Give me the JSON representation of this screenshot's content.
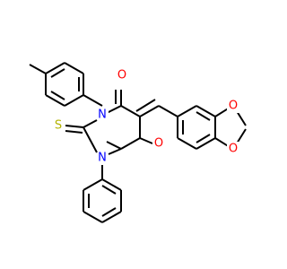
{
  "molecule": {
    "atoms": {
      "o_carbonyl_top": "O",
      "o_carbonyl_bottom": "O",
      "n_top": "N",
      "n_bottom": "N",
      "s_thione": "S",
      "o_dioxole_top": "O",
      "o_dioxole_bottom": "O"
    }
  },
  "colors": {
    "bond": "#000000",
    "oxygen": "#ff0000",
    "nitrogen": "#0000ff",
    "sulfur": "#b3b300"
  }
}
